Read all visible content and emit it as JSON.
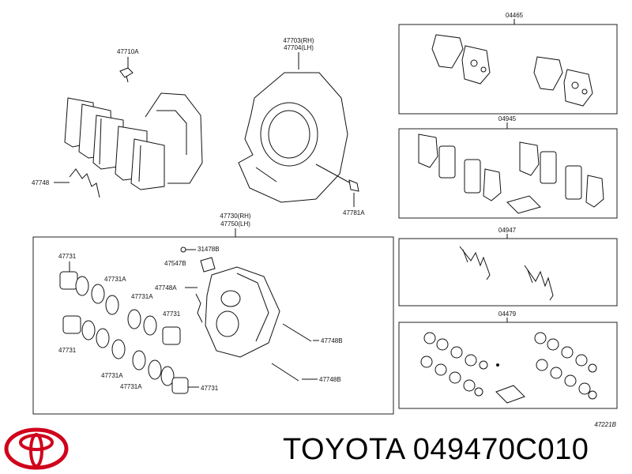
{
  "labels": {
    "kit_04465": "04465",
    "kit_04945": "04945",
    "kit_04947": "04947",
    "kit_04479": "04479",
    "bolt_47710A": "47710A",
    "shield_rh": "47703(RH)",
    "shield_lh": "47704(LH)",
    "spring_47748": "47748",
    "bolt_47781A": "47781A",
    "caliper_rh": "47730(RH)",
    "caliper_lh": "47750(LH)",
    "piston_top": "47731",
    "seal_a": "47731A",
    "seal_b": "47731A",
    "spring_47748A": "47748A",
    "cap_31478B": "31478B",
    "bleeder_47547B": "47547B",
    "piston_mid": "47731",
    "piston_left_bottom": "47731",
    "seal_c": "47731A",
    "seal_d": "47731A",
    "piston_bottom": "47731",
    "pin_47748B_1": "47748B",
    "pin_47748B_2": "47748B",
    "diagram_code": "47221B"
  },
  "footer": {
    "brand": "TOYOTA",
    "part_number": "049470C010"
  },
  "colors": {
    "logo": "#d0021b",
    "ink": "#111111"
  }
}
